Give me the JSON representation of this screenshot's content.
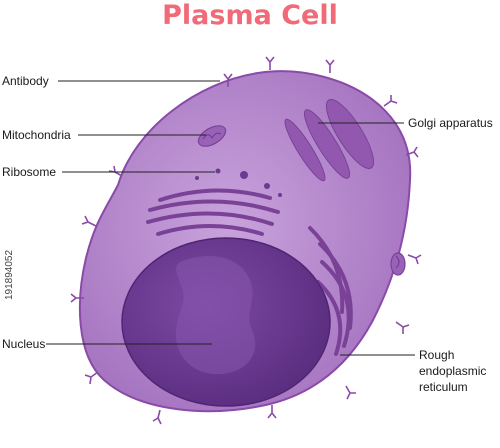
{
  "title": "Plasma Cell",
  "colors": {
    "title": "#f06a78",
    "membrane": "#8a4aa8",
    "cytoplasm": "#b889cf",
    "nucleus": "#6b3a93",
    "organelle": "#8d50aa",
    "leader": "#222222"
  },
  "labels": {
    "antibody": "Antibody",
    "mitochondria": "Mitochondria",
    "ribosome": "Ribosome",
    "nucleus": "Nucleus",
    "golgi": "Golgi apparatus",
    "rer_line1": "Rough",
    "rer_line2": "endoplasmic",
    "rer_line3": "reticulum"
  },
  "watermark": "191894052"
}
